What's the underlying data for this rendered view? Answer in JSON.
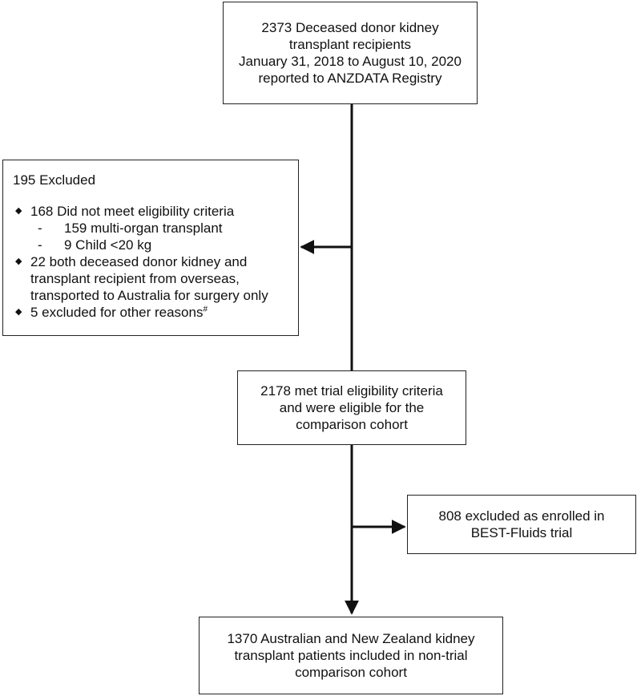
{
  "top_box": {
    "lines": [
      "2373 Deceased donor kidney",
      "transplant recipients",
      "January 31, 2018 to August 10, 2020",
      "reported to ANZDATA Registry"
    ]
  },
  "excluded_box": {
    "title": "195 Excluded",
    "bullet_1": "168 Did not meet eligibility criteria",
    "bullet_1_sub": [
      "159 multi-organ transplant",
      "9 Child <20 kg"
    ],
    "sub_marker": "-",
    "bullet_2_lines": [
      "22 both deceased donor kidney and",
      "transplant recipient from overseas,",
      "transported to Australia for surgery only"
    ],
    "bullet_3": "5 excluded for other reasons",
    "bullet_3_mark": "#",
    "bullet_glyph": "◆"
  },
  "eligible_box": {
    "lines": [
      "2178 met trial eligibility criteria",
      "and were eligible for the",
      "comparison cohort"
    ]
  },
  "best_box": {
    "lines": [
      "808 excluded as enrolled in",
      "BEST-Fluids trial"
    ]
  },
  "final_box": {
    "lines": [
      "1370 Australian and New Zealand kidney",
      "transplant patients included in non-trial",
      "comparison cohort"
    ]
  },
  "colors": {
    "line": "#111111",
    "border": "#222222",
    "background": "#ffffff"
  }
}
